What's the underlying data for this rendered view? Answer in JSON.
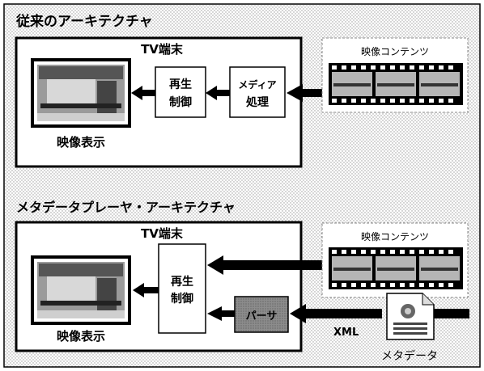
{
  "top": {
    "section_title": "従来のアーキテクチャ",
    "tv_title": "TV端末",
    "display_label": "映像表示",
    "playback_line1": "再生",
    "playback_line2": "制御",
    "media_line1": "メディア",
    "media_line2": "処理",
    "content_label": "映像コンテンツ"
  },
  "bottom": {
    "section_title": "メタデータプレーヤ・アーキテクチャ",
    "tv_title": "TV端末",
    "display_label": "映像表示",
    "playback_line1": "再生",
    "playback_line2": "制御",
    "parser_label": "パーサ",
    "content_label": "映像コンテンツ",
    "xml_label": "XML",
    "metadata_label": "メタデータ"
  },
  "colors": {
    "border": "#000000",
    "frame_fill": "#d9d9d9",
    "parser_fill": "#8c8c8c",
    "arrow": "#000000",
    "box_fill": "#ffffff"
  }
}
